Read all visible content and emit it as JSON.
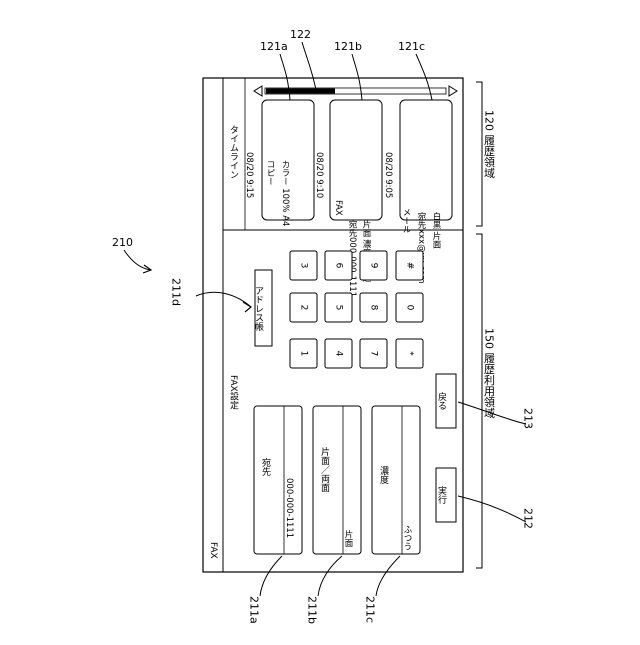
{
  "refs": {
    "figure": "210",
    "history_area": "120 履歴領域",
    "history_use_area": "150 履歴利用領域",
    "card_a": "121a",
    "scrollbar": "122",
    "card_b": "121b",
    "card_c": "121c",
    "address_ref": "211d",
    "field_a": "211a",
    "field_b": "211b",
    "field_c": "211c",
    "execute_ref": "212",
    "back_ref": "213"
  },
  "screen": {
    "title": "FAX",
    "timeline": {
      "header": "タイムライン",
      "entries": [
        {
          "time": "08/20 9:15",
          "line1": "コピー",
          "line2": "カラー 100% A4",
          "line3": ""
        },
        {
          "time": "08/20 9:10",
          "line1": "FAX",
          "line2": "宛先000-000-1111",
          "line3": "片面 濃度：普通"
        },
        {
          "time": "08/20 9:05",
          "line1": "メール",
          "line2": "宛先xxx@xx.com",
          "line3": "白黒 片面"
        }
      ]
    },
    "settings": {
      "heading": "FAX設定",
      "address_book": "アドレス帳",
      "fields": [
        {
          "label": "宛先",
          "value": "000-000-1111"
        },
        {
          "label": "片面／両面",
          "value": "片面"
        },
        {
          "label": "濃度",
          "value": "ふつう"
        }
      ],
      "keypad": [
        [
          "3",
          "6",
          "9",
          "#"
        ],
        [
          "2",
          "5",
          "8",
          "0"
        ],
        [
          "1",
          "4",
          "7",
          "*"
        ]
      ],
      "back_label": "戻る",
      "execute_label": "実行"
    }
  }
}
